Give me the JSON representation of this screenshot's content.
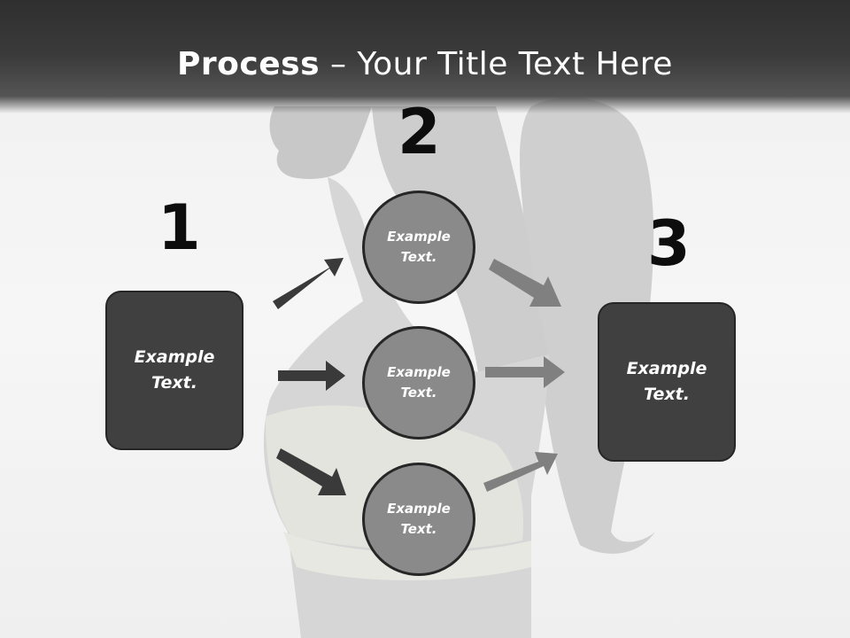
{
  "title": {
    "bold": "Process",
    "rest": " – Your Title Text Here"
  },
  "steps": {
    "one": {
      "number": "1",
      "text_line1": "Example",
      "text_line2": "Text."
    },
    "two": {
      "number": "2"
    },
    "three": {
      "number": "3",
      "text_line1": "Example",
      "text_line2": "Text."
    }
  },
  "circles": [
    {
      "line1": "Example",
      "line2": "Text."
    },
    {
      "line1": "Example",
      "line2": "Text."
    },
    {
      "line1": "Example",
      "line2": "Text."
    }
  ],
  "colors": {
    "box_fill": "#404040",
    "circle_fill": "#8a8a8a",
    "dark_arrow": "#3a3a3a",
    "light_arrow": "#808080"
  }
}
